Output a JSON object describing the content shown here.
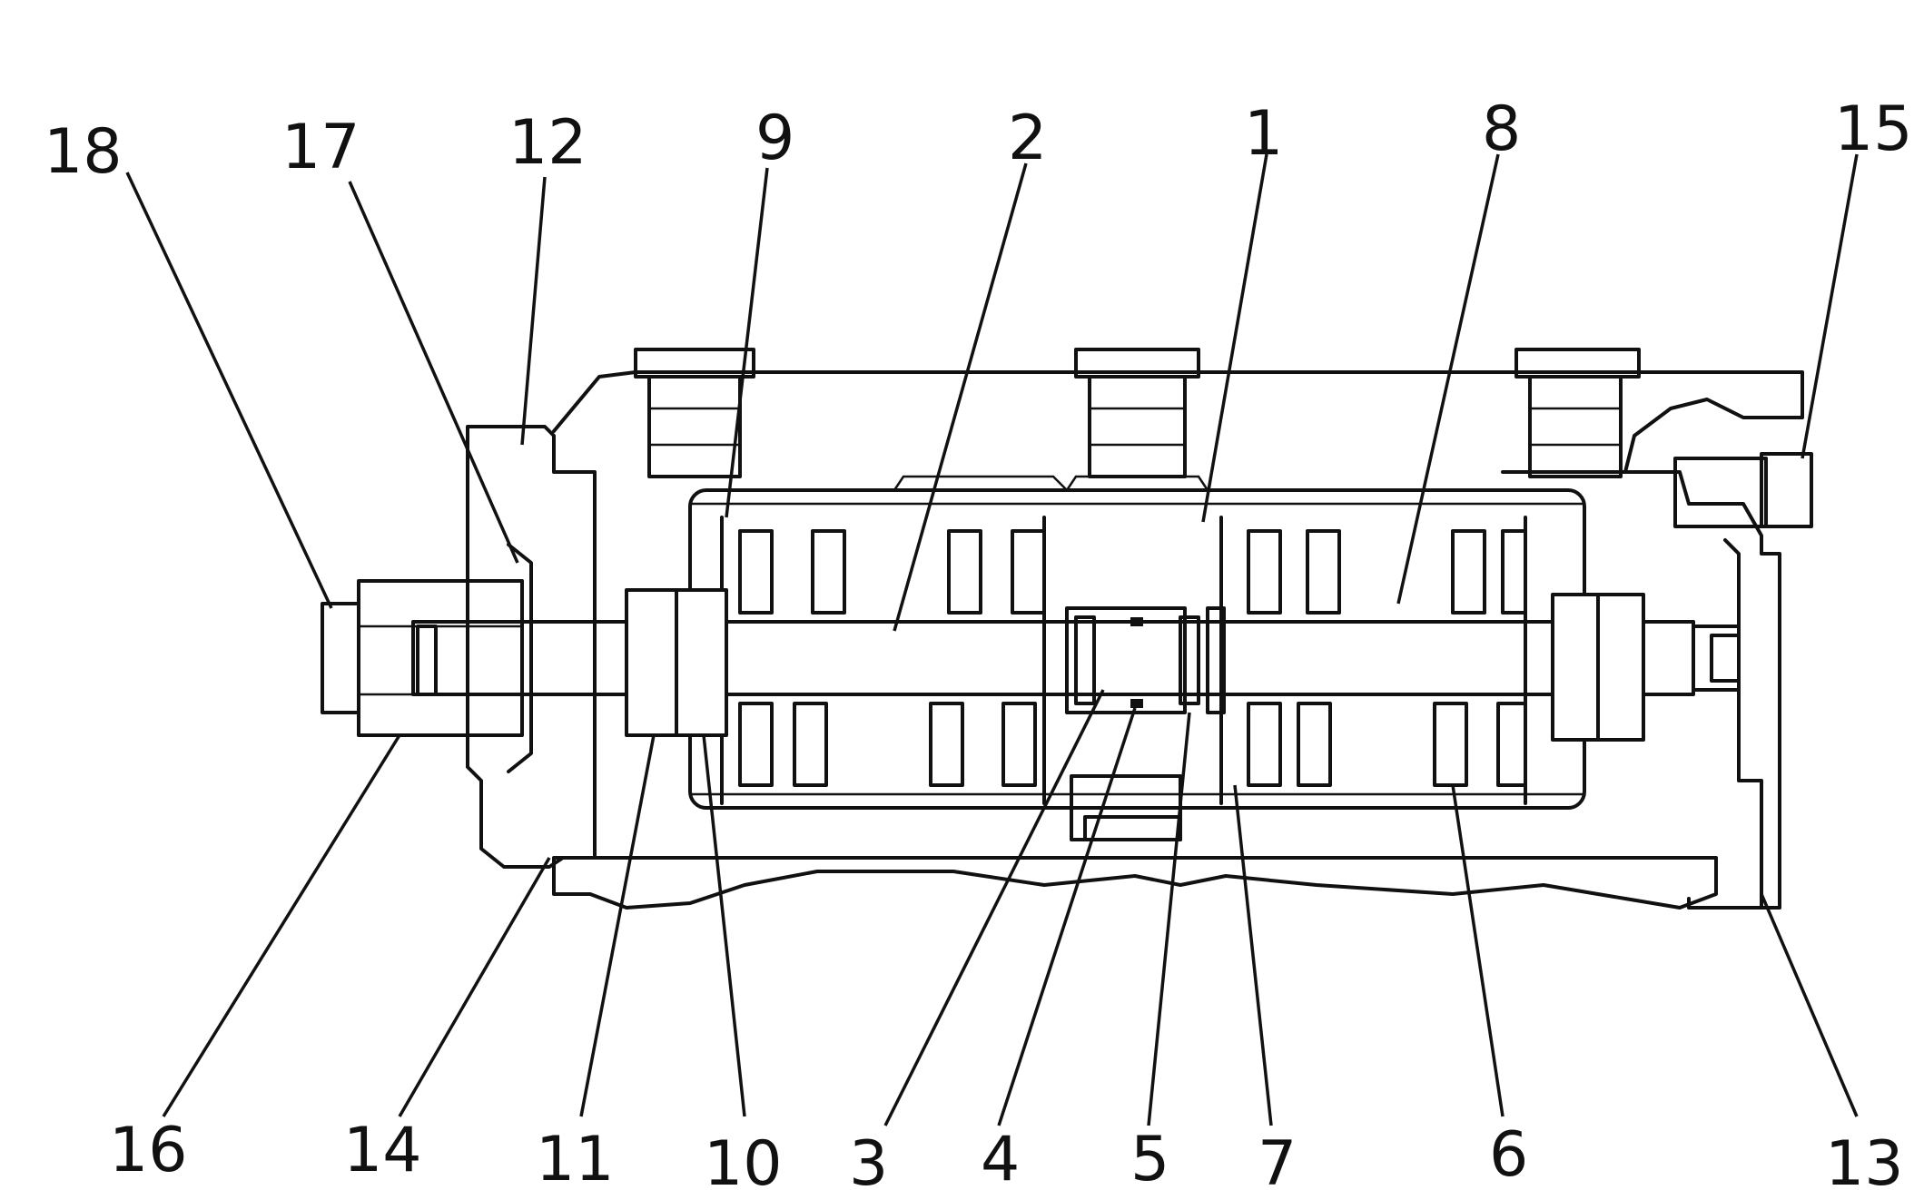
{
  "diagram": {
    "callouts": [
      {
        "id": "c18",
        "label": "18"
      },
      {
        "id": "c17",
        "label": "17"
      },
      {
        "id": "c12",
        "label": "12"
      },
      {
        "id": "c9",
        "label": "9"
      },
      {
        "id": "c2",
        "label": "2"
      },
      {
        "id": "c1",
        "label": "1"
      },
      {
        "id": "c8",
        "label": "8"
      },
      {
        "id": "c15",
        "label": "15"
      },
      {
        "id": "c16",
        "label": "16"
      },
      {
        "id": "c14",
        "label": "14"
      },
      {
        "id": "c11",
        "label": "11"
      },
      {
        "id": "c10",
        "label": "10"
      },
      {
        "id": "c3",
        "label": "3"
      },
      {
        "id": "c4",
        "label": "4"
      },
      {
        "id": "c5",
        "label": "5"
      },
      {
        "id": "c7",
        "label": "7"
      },
      {
        "id": "c6",
        "label": "6"
      },
      {
        "id": "c13",
        "label": "13"
      }
    ]
  }
}
